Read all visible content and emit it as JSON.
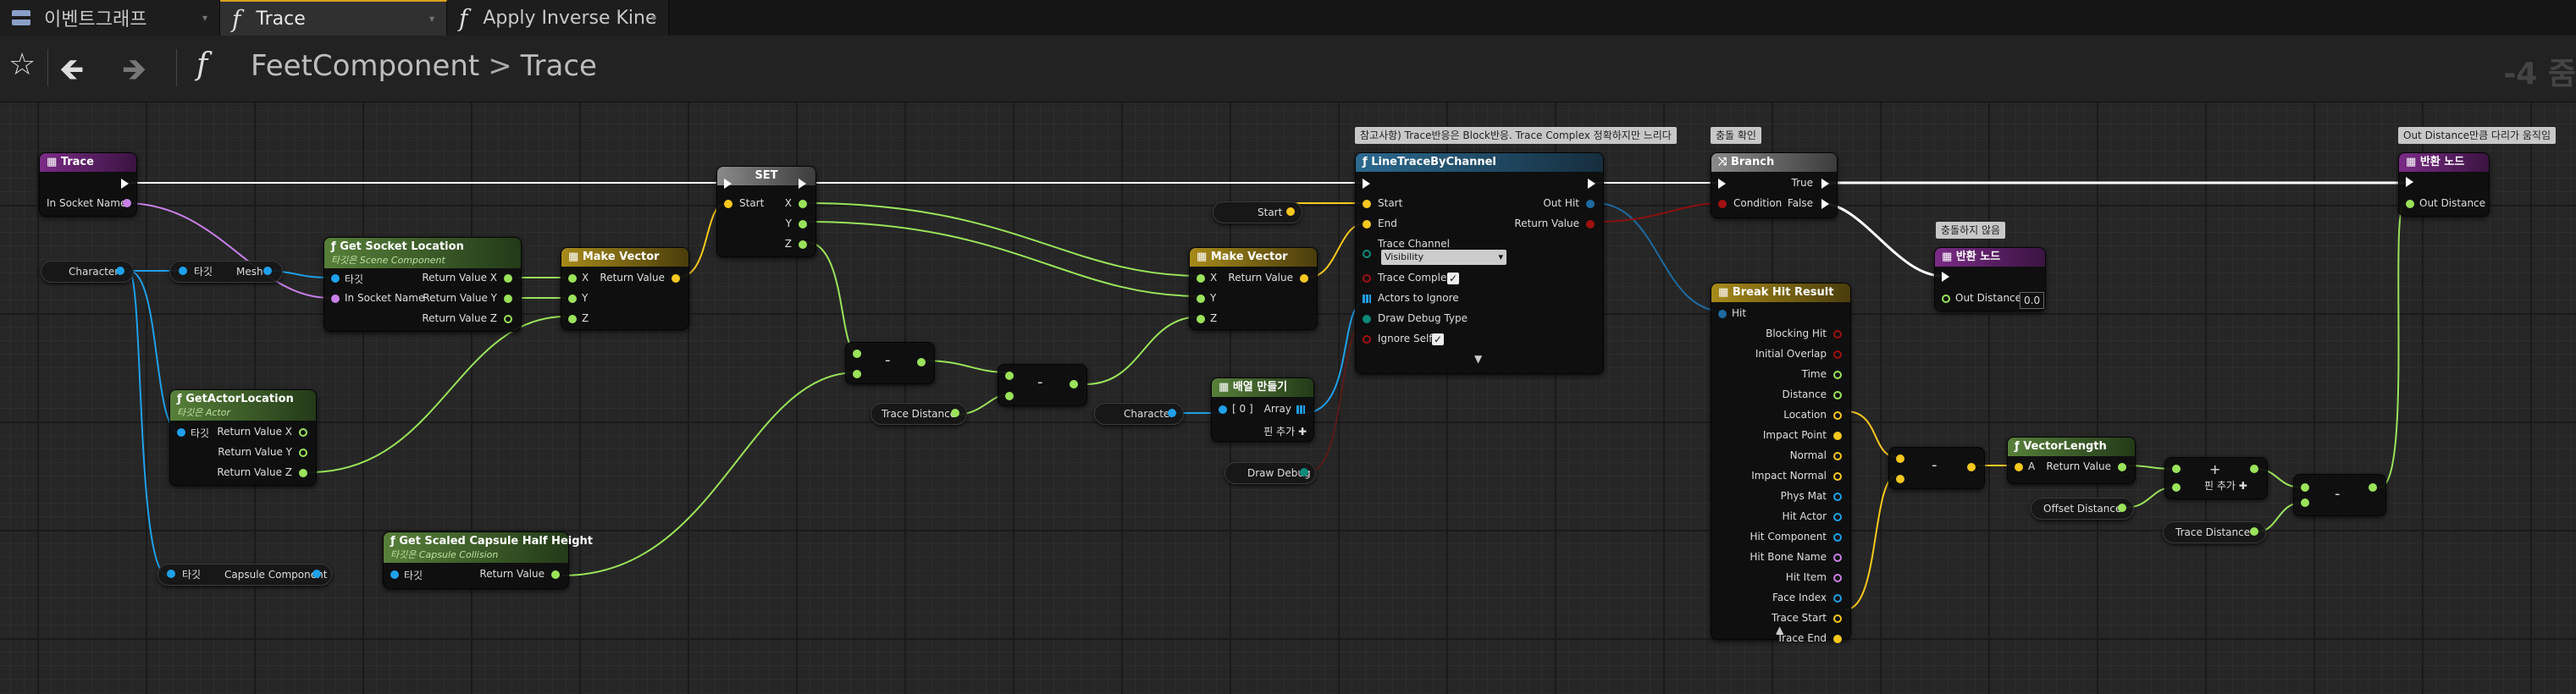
{
  "tabs": [
    {
      "label": "이벤트그래프",
      "icon": "event-graph-icon"
    },
    {
      "label": "Trace",
      "icon": "function-icon"
    },
    {
      "label": "Apply Inverse Kine",
      "icon": "function-icon"
    }
  ],
  "toolbar": {
    "breadcrumb_root": "FeetComponent",
    "breadcrumb_sep": ">",
    "breadcrumb_current": "Trace",
    "zoom": "-4 줌"
  },
  "icons": {
    "favorite": "star-icon",
    "back": "back-arrow-icon",
    "forward": "forward-arrow-icon",
    "function": "function-icon"
  },
  "colors": {
    "exec": "#ffffff",
    "vector": "#f7c81e",
    "object": "#1fa0ea",
    "name": "#c880e8",
    "float": "#9ae35a",
    "struct": "#1e6aa0",
    "bool": "#a01010"
  },
  "comments": {
    "trace_note": "참고사항) Trace반응은 Block반응. Trace Complex 정확하지만 느리다",
    "branch_note": "충돌 확인",
    "return_note": "충돌하지 않음",
    "out_note": "Out Distance만큼 다리가 움직임"
  },
  "nodes": {
    "trace_entry": {
      "title": "Trace",
      "pin_in_socket": "In Socket Name"
    },
    "get_socket": {
      "title": "Get Socket Location",
      "subtitle": "타깃은 Scene Component",
      "target": "타깃",
      "in_socket": "In Socket Name",
      "rx": "Return Value X",
      "ry": "Return Value Y",
      "rz": "Return Value Z"
    },
    "make_vec1": {
      "title": "Make Vector",
      "x": "X",
      "y": "Y",
      "z": "Z",
      "ret": "Return Value"
    },
    "set": {
      "title": "SET",
      "start": "Start",
      "x": "X",
      "y": "Y",
      "z": "Z"
    },
    "get_actor_loc": {
      "title": "GetActorLocation",
      "subtitle": "타깃은 Actor",
      "target": "타깃",
      "rx": "Return Value X",
      "ry": "Return Value Y",
      "rz": "Return Value Z"
    },
    "capsule_half": {
      "title": "Get Scaled Capsule Half Height",
      "subtitle": "타깃은 Capsule Collision",
      "target": "타깃",
      "ret": "Return Value"
    },
    "sub1": {
      "op": "-"
    },
    "sub2": {
      "op": "-"
    },
    "make_vec2": {
      "title": "Make Vector",
      "x": "X",
      "y": "Y",
      "z": "Z",
      "ret": "Return Value"
    },
    "make_array": {
      "title": "배열 만들기",
      "idx": "[ 0 ]",
      "array": "Array",
      "add": "핀 추가"
    },
    "line_trace": {
      "title": "LineTraceByChannel",
      "start": "Start",
      "end": "End",
      "channel": "Trace Channel",
      "channel_val": "Visibility",
      "complex": "Trace Complex",
      "ignore": "Actors to Ignore",
      "debug": "Draw Debug Type",
      "self": "Ignore Self",
      "out_hit": "Out Hit",
      "ret": "Return Value"
    },
    "branch": {
      "title": "Branch",
      "cond": "Condition",
      "t": "True",
      "f": "False"
    },
    "break_hit": {
      "title": "Break Hit Result",
      "hit": "Hit",
      "pins": [
        "Blocking Hit",
        "Initial Overlap",
        "Time",
        "Distance",
        "Location",
        "Impact Point",
        "Normal",
        "Impact Normal",
        "Phys Mat",
        "Hit Actor",
        "Hit Component",
        "Hit Bone Name",
        "Hit Item",
        "Face Index",
        "Trace Start",
        "Trace End"
      ]
    },
    "return1": {
      "title": "반환 노드",
      "out": "Out Distance",
      "val": "0.0"
    },
    "return2": {
      "title": "반환 노드",
      "out": "Out Distance"
    },
    "sub3": {
      "op": "-"
    },
    "vec_len": {
      "title": "VectorLength",
      "a": "A",
      "ret": "Return Value"
    },
    "add": {
      "op": "+",
      "add": "핀 추가"
    },
    "sub4": {
      "op": "-"
    }
  },
  "vars": {
    "character": "Character",
    "target1": "타깃",
    "mesh": "Mesh",
    "start": "Start",
    "trace_distance": "Trace Distance",
    "character2": "Character",
    "draw_debug": "Draw Debug",
    "offset_distance": "Offset Distance",
    "trace_distance2": "Trace Distance",
    "target2": "타깃",
    "capsule": "Capsule Component"
  }
}
